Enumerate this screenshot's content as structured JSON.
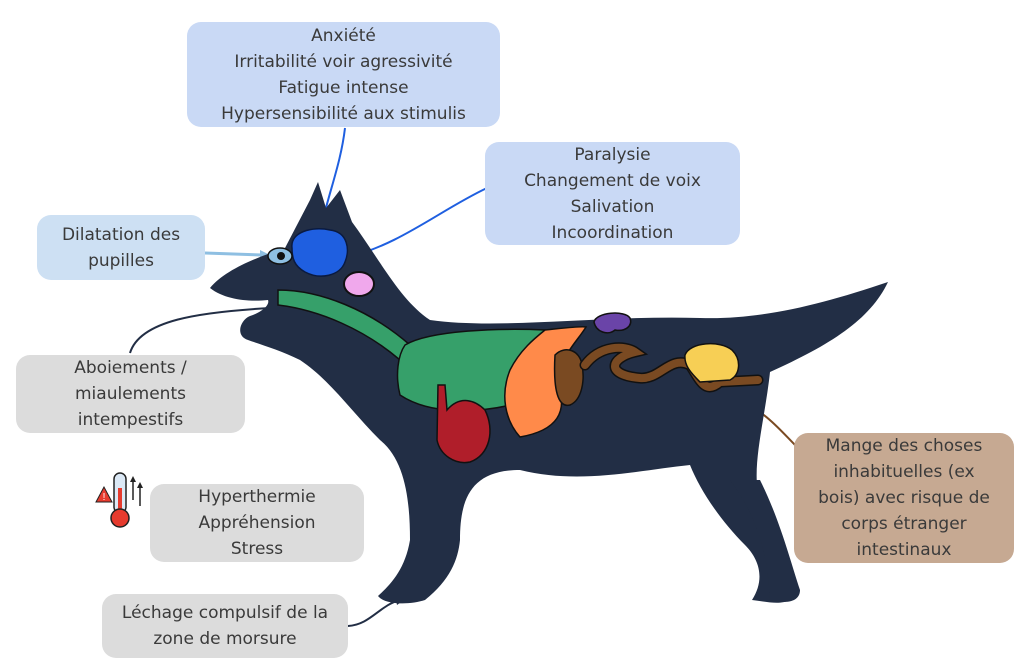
{
  "diagram": {
    "subject": "dog silhouette with internal organs",
    "colors": {
      "body": "#222e45",
      "brain": "#1f5fe0",
      "eye": "#8ebfe2",
      "gland": "#f0a8ec",
      "trachea": "#36a06a",
      "lungs": "#36a06a",
      "heart": "#b01e2a",
      "liver": "#ff8a4a",
      "stomach": "#7a4a22",
      "intestine": "#7a4a22",
      "spleen": "#6a44a8",
      "bladder": "#f7cf55",
      "blue_box": "#c9d9f5",
      "grey_box": "#dcdcdc",
      "tan_box": "#c6a992"
    },
    "boxes": [
      {
        "id": "neuro",
        "lines": [
          "Anxiété",
          "Irritabilité voir agressivité",
          "Fatigue intense",
          "Hypersensibilité aux stimulis"
        ]
      },
      {
        "id": "motor",
        "lines": [
          "Paralysie",
          "Changement de voix",
          "Salivation",
          "Incoordination"
        ]
      },
      {
        "id": "eye",
        "lines": [
          "Dilatation des",
          "pupilles"
        ]
      },
      {
        "id": "voice",
        "lines": [
          "Aboiements /",
          "miaulements",
          "intempestifs"
        ]
      },
      {
        "id": "temp",
        "lines": [
          "Hyperthermie",
          "Appréhension",
          "Stress"
        ]
      },
      {
        "id": "lick",
        "lines": [
          "Léchage compulsif de la",
          "zone de morsure"
        ]
      },
      {
        "id": "gut",
        "lines": [
          "Mange des choses",
          "inhabituelles (ex",
          "bois) avec risque de",
          "corps étranger",
          "intestinaux"
        ]
      }
    ],
    "icons": {
      "thermometer": "thermometer-warning-icon"
    }
  }
}
